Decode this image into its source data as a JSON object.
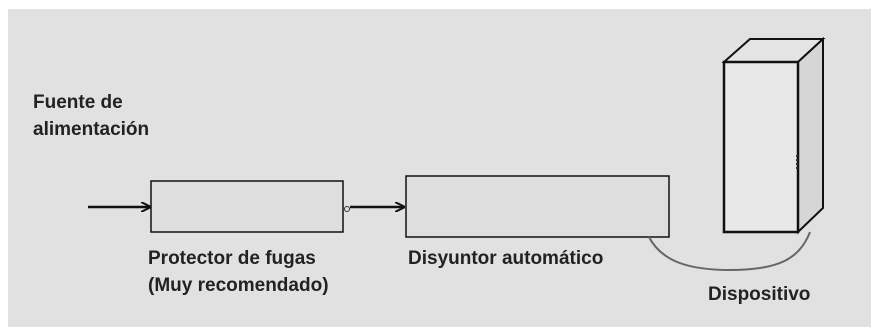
{
  "labels": {
    "source_line1": "Fuente de",
    "source_line2": "alimentación",
    "leak_protector_line1": "Protector de fugas",
    "leak_protector_line2": "(Muy recomendado)",
    "circuit_breaker": "Disyuntor automático",
    "device": "Dispositivo"
  },
  "colors": {
    "panel_background": "#e1e1e1",
    "box_fill": "#dedede",
    "line": "#111111",
    "cable": "#666666",
    "text": "#222222"
  }
}
